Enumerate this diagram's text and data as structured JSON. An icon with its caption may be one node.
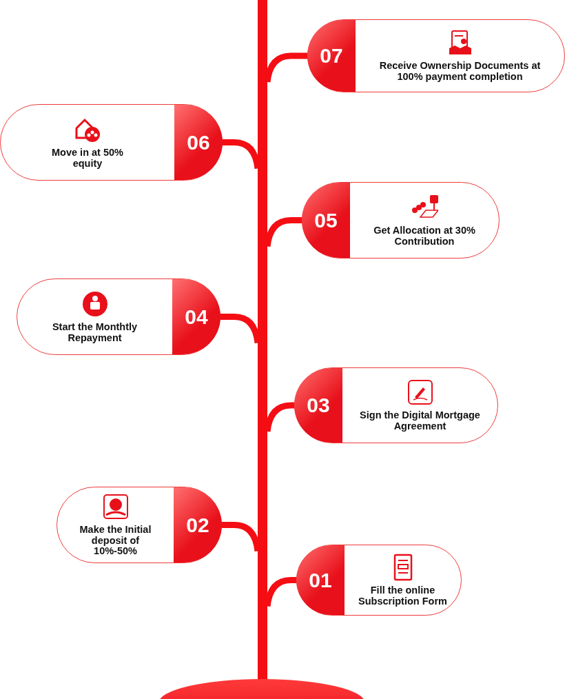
{
  "diagram": {
    "nodes": [
      {
        "text": [],
        "shape": "bar"
      },
      {
        "text": [
          "07",
          "Receive Ownership Documents at 100% payment completion"
        ]
      },
      {
        "text": [
          "06",
          "Move in at 50% equity"
        ]
      },
      {
        "text": [
          "05",
          "Get Allocation at 30% Contribution"
        ]
      },
      {
        "text": [
          "04",
          "Start the Monthtly Repayment"
        ]
      },
      {
        "text": [
          "03",
          "Sign the Digital Mortgage Agreement"
        ]
      },
      {
        "text": [
          "02",
          "Make the Initial deposit of 10%-50%"
        ]
      },
      {
        "text": [
          "01",
          "Fill the online Subscription Form"
        ]
      }
    ],
    "edges": [
      {
        "from": 0,
        "to": 1,
        "arrow": "none"
      },
      {
        "from": 0,
        "to": 2,
        "arrow": "none"
      },
      {
        "from": 0,
        "to": 3,
        "arrow": "none"
      },
      {
        "from": 0,
        "to": 4,
        "arrow": "none"
      },
      {
        "from": 0,
        "to": 5,
        "arrow": "none"
      },
      {
        "from": 0,
        "to": 6,
        "arrow": "none"
      },
      {
        "from": 0,
        "to": 7,
        "arrow": "none"
      }
    ]
  }
}
